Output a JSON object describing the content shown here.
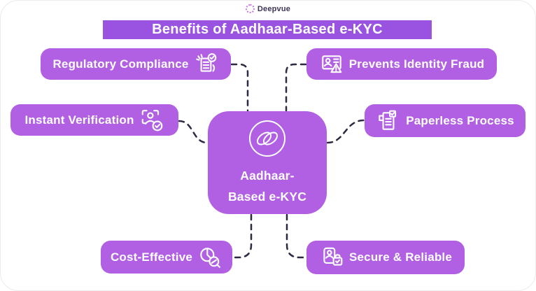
{
  "logo": {
    "text": "Deepvue",
    "icon": "deepvue-ring-icon"
  },
  "title": {
    "text": "Benefits of Aadhaar-Based e-KYC"
  },
  "center": {
    "line1": "Aadhaar-",
    "line2": "Based e-KYC",
    "icon": "aadhaar-loops-icon"
  },
  "benefits": [
    {
      "id": "regulatory-compliance",
      "label": "Regulatory Compliance",
      "icon": "document-check-hands-icon",
      "icon_side": "right"
    },
    {
      "id": "prevents-identity-fraud",
      "label": "Prevents Identity Fraud",
      "icon": "id-card-warning-icon",
      "icon_side": "left"
    },
    {
      "id": "instant-verification",
      "label": "Instant Verification",
      "icon": "person-scan-clock-icon",
      "icon_side": "right"
    },
    {
      "id": "paperless-process",
      "label": "Paperless Process",
      "icon": "document-lines-check-icon",
      "icon_side": "left"
    },
    {
      "id": "cost-effective",
      "label": "Cost-Effective",
      "icon": "pie-chart-magnifier-icon",
      "icon_side": "right"
    },
    {
      "id": "secure-reliable",
      "label": "Secure & Reliable",
      "icon": "id-card-lock-icon",
      "icon_side": "left"
    }
  ],
  "colors": {
    "box_purple": "#b160e3",
    "banner_purple": "#9a53e0",
    "connector_dark": "#2e2940",
    "background": "#ffffff",
    "logo_text": "#3d3456",
    "logo_ring": "#c77ae0",
    "text_white": "#ffffff"
  }
}
